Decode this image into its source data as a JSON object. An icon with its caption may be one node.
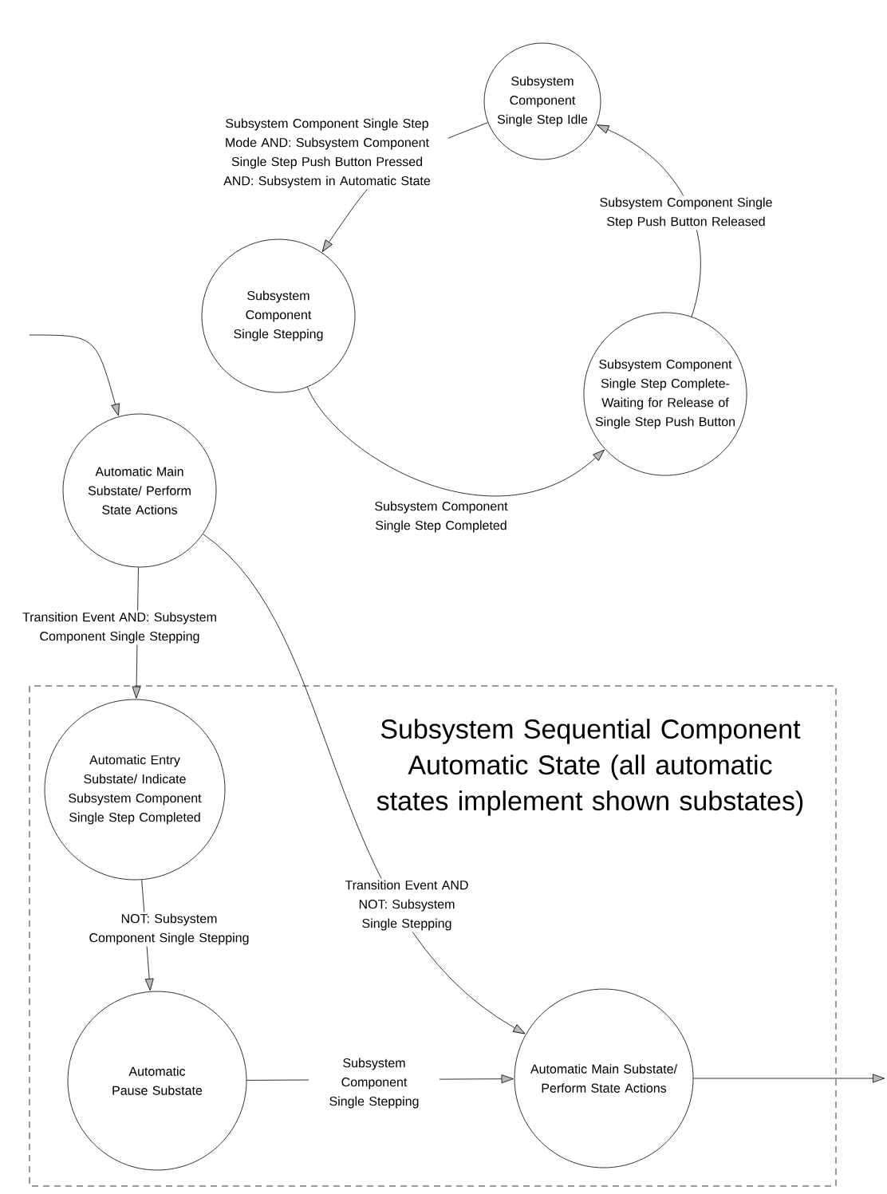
{
  "diagram": {
    "nodes": [
      {
        "text": [
          "Subsystem Component Single Step Idle"
        ]
      },
      {
        "text": [
          "Subsystem Component Single Stepping"
        ]
      },
      {
        "text": [
          "Subsystem Component Single Step Complete- Waiting for Release of Single Step Push Button"
        ]
      },
      {
        "text": [
          "Automatic Main Substate/ Perform State Actions"
        ]
      },
      {
        "text": [
          "Subsystem Sequential Component Automatic State (all automatic states implement shown substates)"
        ]
      },
      {
        "text": [
          "Automatic Entry Substate/ Indicate Subsystem Component Single Step Completed"
        ],
        "in": 4
      },
      {
        "text": [
          "Automatic Pause Substate"
        ],
        "in": 4
      },
      {
        "text": [
          "Automatic Main Substate/ Perform State Actions"
        ],
        "in": 4
      }
    ],
    "edges": [
      {
        "from": 0,
        "to": 1,
        "arrow": "to",
        "label": "Subsystem Component Single Step Mode AND: Subsystem Component Single Step Push Button Pressed AND: Subsystem in Automatic State"
      },
      {
        "from": 1,
        "to": 2,
        "arrow": "to",
        "label": "Subsystem Component Single Step Completed"
      },
      {
        "from": 2,
        "to": 0,
        "arrow": "to",
        "label": "Subsystem Component Single Step Push Button Released"
      },
      {
        "from": null,
        "to": 3,
        "arrow": "to"
      },
      {
        "from": 3,
        "to": 5,
        "arrow": "to",
        "label": "Transition Event AND: Subsystem Component Single Stepping"
      },
      {
        "from": 3,
        "to": 7,
        "arrow": "to",
        "label": "Transition Event AND NOT: Subsystem Single Stepping"
      },
      {
        "from": 5,
        "to": 6,
        "arrow": "to",
        "label": "NOT: Subsystem Component Single Stepping"
      },
      {
        "from": 6,
        "to": 7,
        "arrow": "to",
        "label": "Subsystem Component Single Stepping"
      },
      {
        "from": 7,
        "to": null,
        "arrow": "to"
      }
    ]
  }
}
